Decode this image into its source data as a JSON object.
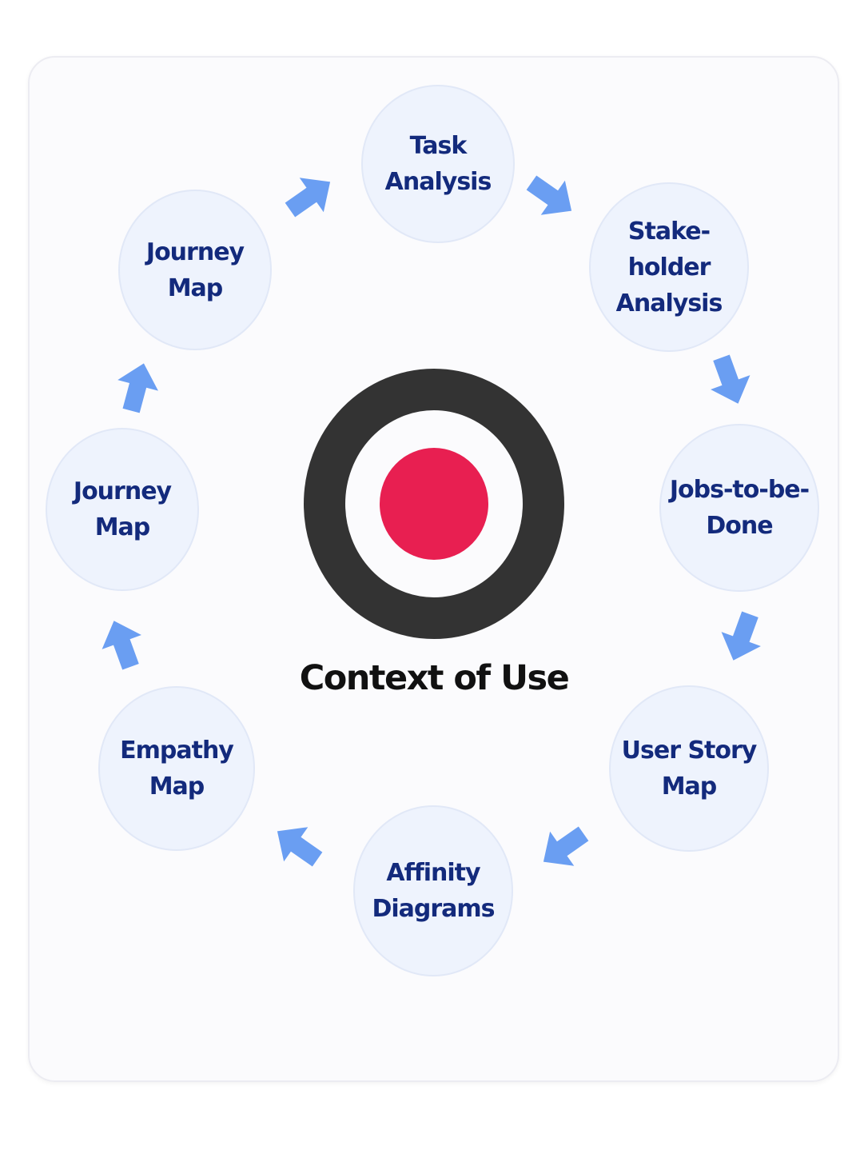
{
  "diagram": {
    "center_title": "Context of Use",
    "colors": {
      "ring": "#333333",
      "bullseye": "#e81f51",
      "arrow": "#6a9ef2",
      "node_text": "#132a7c",
      "title_text": "#111111"
    },
    "nodes": [
      {
        "label": "Task\nAnalysis"
      },
      {
        "label": "Stake-\nholder\nAnalysis"
      },
      {
        "label": "Jobs-to-be-\nDone"
      },
      {
        "label": "User Story\nMap"
      },
      {
        "label": "Affinity\nDiagrams"
      },
      {
        "label": "Empathy\nMap"
      },
      {
        "label": "Journey\nMap"
      },
      {
        "label": "Journey\nMap"
      }
    ],
    "arrow_icon": "arrow-icon"
  }
}
